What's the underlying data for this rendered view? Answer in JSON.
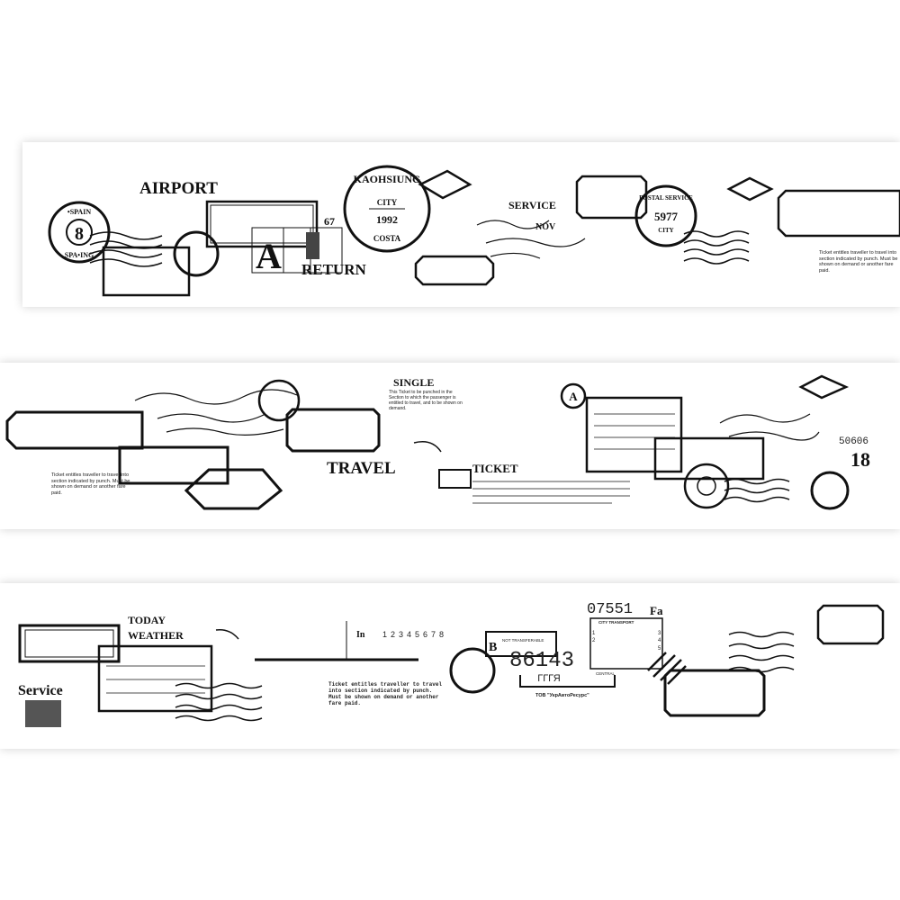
{
  "strip1": {
    "airport": "AIRPORT",
    "return": "RETURN",
    "letter_a": "A",
    "number_67": "67",
    "spain_stamp": {
      "top": "•SPAIN",
      "bottom": "SPA•ING",
      "center": "8"
    },
    "city_stamp": {
      "ring": "KAOHSIUNG",
      "city": "CITY",
      "year": "1992",
      "bottom": "COSTA"
    },
    "service": "SERVICE",
    "nov": "NOV",
    "postal_stamp": {
      "ring": "POSTAL SERVICE",
      "number": "5977",
      "city": "CITY"
    },
    "ticket_text": "Ticket entitles traveller to travel into section indicated by punch. Must be shown on demand or another fare paid."
  },
  "strip2": {
    "single": "SINGLE",
    "single_text": "This Ticket to be punched in the Section to which the passenger is entitled to travel, and to be shown on demand.",
    "travel": "TRAVEL",
    "ticket": "TICKET",
    "circle_a": "A",
    "number": "50606",
    "number_big": "18",
    "ticket_text": "Ticket entitles traveller to travel into section indicated by punch. Must be shown on demand or another fare paid."
  },
  "strip3": {
    "today": "TODAY",
    "weather": "WEATHER",
    "service": "Service",
    "in_label": "In",
    "punch_numbers": [
      "1",
      "2",
      "3",
      "4",
      "5",
      "6",
      "7",
      "8"
    ],
    "ticket_text": "Ticket entitles traveller to travel into section indicated by punch. Must be shown on demand or another fare paid.",
    "letter_b": "B",
    "not_transferable": "NOT TRANSFERABLE",
    "serial": "86143",
    "cyr": "ГГГЯ",
    "company": "ТОВ \"УкрАвтоРесурс\"",
    "number_top": "07551",
    "fa": "Fa",
    "city_transport": "CITY TRANSPORT",
    "side_numbers": [
      "1",
      "2",
      "3",
      "4",
      "5"
    ],
    "central": "CENTRAL"
  }
}
